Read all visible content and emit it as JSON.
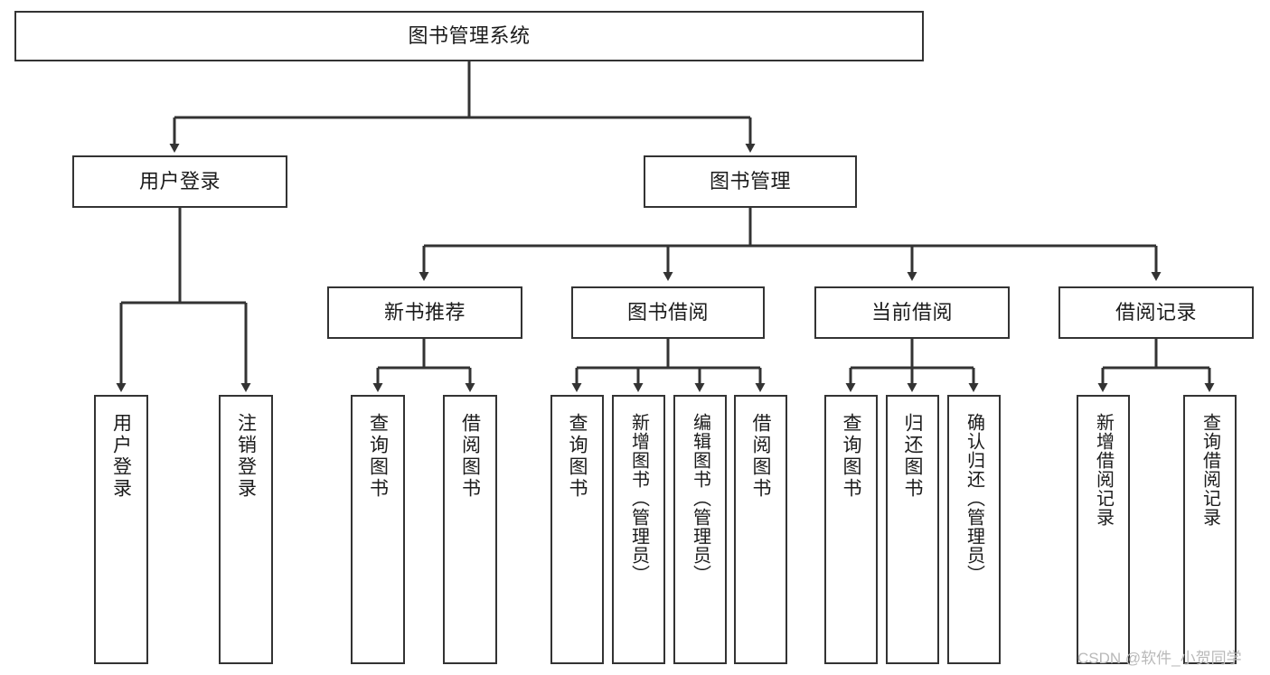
{
  "diagram": {
    "type": "tree-hierarchy-chart",
    "title": "图书管理系统",
    "watermark": "CSDN @软件_小贺同学",
    "colors": {
      "box_border": "#333333",
      "box_fill": "#ffffff",
      "connector": "#333333",
      "text": "#1b1b1b",
      "watermark": "#b9b9b9"
    },
    "root": {
      "label": "图书管理系统"
    },
    "level2": [
      {
        "label": "用户登录"
      },
      {
        "label": "图书管理"
      }
    ],
    "level3": [
      {
        "label": "新书推荐"
      },
      {
        "label": "图书借阅"
      },
      {
        "label": "当前借阅"
      },
      {
        "label": "借阅记录"
      }
    ],
    "leaves": {
      "user_login": [
        {
          "label": "用户登录"
        },
        {
          "label": "注销登录"
        }
      ],
      "new_book": [
        {
          "label": "查询图书"
        },
        {
          "label": "借阅图书"
        }
      ],
      "book_borrow": [
        {
          "label": "查询图书"
        },
        {
          "label": "新增图书（管理员）"
        },
        {
          "label": "编辑图书（管理员）"
        },
        {
          "label": "借阅图书"
        }
      ],
      "current_borrow": [
        {
          "label": "查询图书"
        },
        {
          "label": "归还图书"
        },
        {
          "label": "确认归还（管理员）"
        }
      ],
      "borrow_record": [
        {
          "label": "新增借阅记录"
        },
        {
          "label": "查询借阅记录"
        }
      ]
    }
  }
}
